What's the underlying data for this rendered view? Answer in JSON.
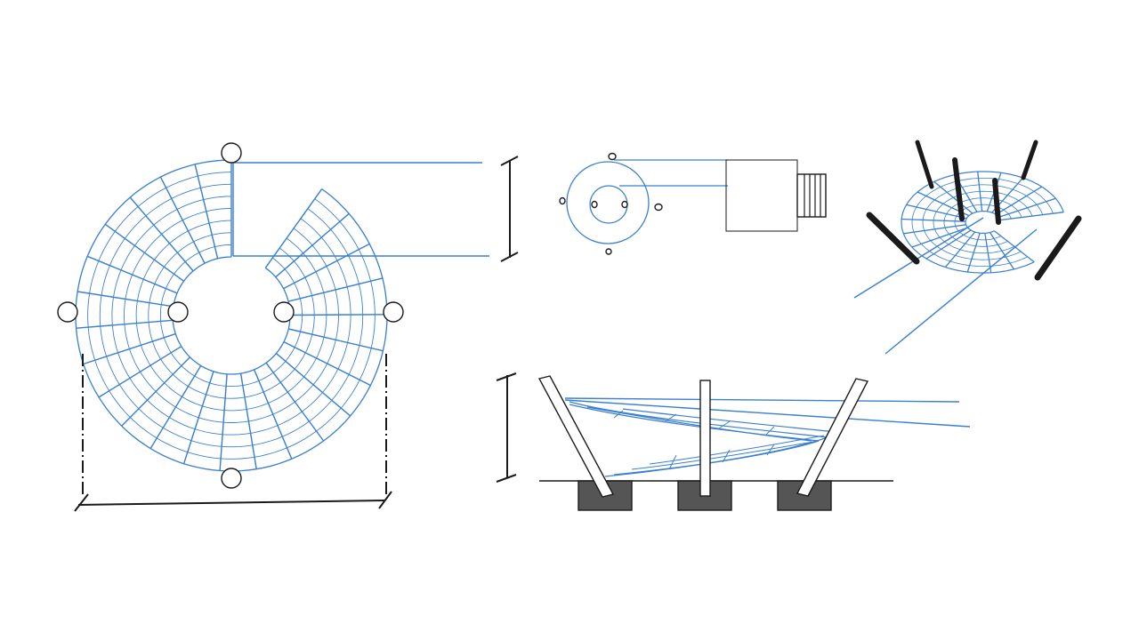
{
  "diagram": {
    "views": [
      {
        "id": "plan-view",
        "kind": "plan"
      },
      {
        "id": "small-plan-view",
        "kind": "plan-with-tube"
      },
      {
        "id": "perspective-view",
        "kind": "perspective"
      },
      {
        "id": "elevation-view",
        "kind": "elevation"
      }
    ],
    "colors": {
      "mesh": "#3a7fd0",
      "ink": "#1a1a1a",
      "footing_hatch": "#555555"
    },
    "mesh": {
      "radial_spokes": 24,
      "concentric_rings": 8
    },
    "posts_plan_view": 6,
    "posts_perspective_view": 6,
    "posts_elevation_view": 3,
    "footings_elevation_view": 3
  }
}
